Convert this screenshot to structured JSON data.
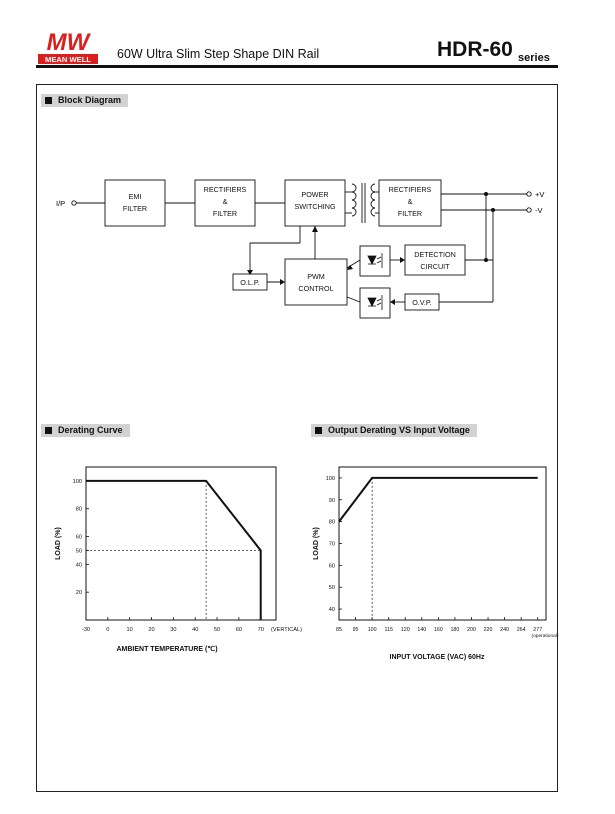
{
  "header": {
    "brand_line1": "MW",
    "brand_line2": "MEAN WELL",
    "product_title": "60W  Ultra Slim Step Shape DIN Rail",
    "model": "HDR-60",
    "series": "series",
    "brand_color": "#d9201e"
  },
  "block_diagram": {
    "section_title": "Block Diagram",
    "input_label": "I/P",
    "emi": [
      "EMI",
      "FILTER"
    ],
    "rect1": [
      "RECTIFIERS",
      "&",
      "FILTER"
    ],
    "power": [
      "POWER",
      "SWITCHING"
    ],
    "rect2": [
      "RECTIFIERS",
      "&",
      "FILTER"
    ],
    "out_pos": "+V",
    "out_neg": "-V",
    "olp": "O.L.P.",
    "pwm": [
      "PWM",
      "CONTROL"
    ],
    "detection": [
      "DETECTION",
      "CIRCUIT"
    ],
    "ovp": "O.V.P."
  },
  "derating_curve": {
    "section_title": "Derating Curve",
    "chart_data": {
      "type": "line",
      "xlabel": "AMBIENT TEMPERATURE (℃)",
      "ylabel": "LOAD (%)",
      "x_ticks": [
        "-30",
        "0",
        "10",
        "20",
        "30",
        "40",
        "50",
        "60",
        "70"
      ],
      "x_tick_suffix": "(VERTICAL)",
      "y_ticks": [
        "20",
        "40",
        "50",
        "60",
        "80",
        "100"
      ],
      "ylim": [
        0,
        110
      ],
      "x": [
        -30,
        45,
        70,
        70
      ],
      "y": [
        100,
        100,
        50,
        0
      ],
      "reference_lines": [
        {
          "x": 45,
          "y": 100
        },
        {
          "x": 70,
          "y": 50
        }
      ]
    }
  },
  "output_derating": {
    "section_title": "Output Derating VS Input Voltage",
    "chart_data": {
      "type": "line",
      "xlabel": "INPUT VOLTAGE (VAC) 60Hz",
      "ylabel": "LOAD (%)",
      "x_ticks": [
        "85",
        "95",
        "100",
        "115",
        "120",
        "140",
        "160",
        "180",
        "200",
        "220",
        "240",
        "264",
        "277"
      ],
      "x_tick_note": "(operational)",
      "y_ticks": [
        "40",
        "50",
        "60",
        "70",
        "80",
        "90",
        "100"
      ],
      "ylim": [
        35,
        105
      ],
      "x": [
        85,
        100,
        277
      ],
      "y": [
        80,
        100,
        100
      ],
      "reference_lines": [
        {
          "x": 100,
          "y": 100
        }
      ]
    }
  }
}
